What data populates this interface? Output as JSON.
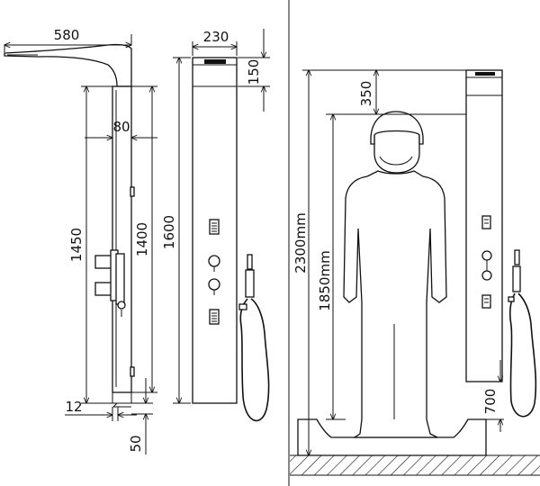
{
  "dimensions": {
    "head_width": "580",
    "panel_depth_top": "230",
    "top_height": "150",
    "panel_depth": "80",
    "panel_height_left": "1450",
    "panel_height_mid": "1400",
    "panel_height_total": "1600",
    "bottom_offset": "12",
    "floor_gap": "50",
    "total_height": "2300mm",
    "person_height": "1850mm",
    "top_gap": "350",
    "bottom_mount": "700"
  }
}
